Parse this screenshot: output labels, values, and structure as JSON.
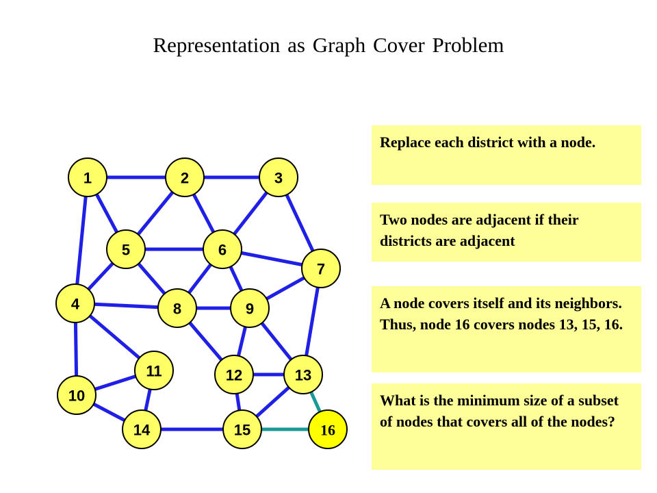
{
  "title": "Representation as Graph Cover Problem",
  "colors": {
    "edge": "#1f1fe6",
    "cover_edge": "#1a9999",
    "node_fill": "#ffff66",
    "highlight_fill": "#ffff00",
    "note_bg": "#ffff99"
  },
  "nodes": [
    {
      "id": "1",
      "label": "1"
    },
    {
      "id": "2",
      "label": "2"
    },
    {
      "id": "3",
      "label": "3"
    },
    {
      "id": "4",
      "label": "4"
    },
    {
      "id": "5",
      "label": "5"
    },
    {
      "id": "6",
      "label": "6"
    },
    {
      "id": "7",
      "label": "7"
    },
    {
      "id": "8",
      "label": "8"
    },
    {
      "id": "9",
      "label": "9"
    },
    {
      "id": "10",
      "label": "10"
    },
    {
      "id": "11",
      "label": "11"
    },
    {
      "id": "12",
      "label": "12"
    },
    {
      "id": "13",
      "label": "13"
    },
    {
      "id": "14",
      "label": "14"
    },
    {
      "id": "15",
      "label": "15"
    },
    {
      "id": "16",
      "label": "16"
    }
  ],
  "edges": [
    [
      "1",
      "2"
    ],
    [
      "2",
      "3"
    ],
    [
      "1",
      "5"
    ],
    [
      "1",
      "4"
    ],
    [
      "2",
      "5"
    ],
    [
      "2",
      "6"
    ],
    [
      "3",
      "6"
    ],
    [
      "3",
      "7"
    ],
    [
      "5",
      "6"
    ],
    [
      "5",
      "4"
    ],
    [
      "5",
      "8"
    ],
    [
      "6",
      "8"
    ],
    [
      "6",
      "9"
    ],
    [
      "6",
      "7"
    ],
    [
      "4",
      "8"
    ],
    [
      "4",
      "11"
    ],
    [
      "4",
      "10"
    ],
    [
      "8",
      "9"
    ],
    [
      "8",
      "12"
    ],
    [
      "9",
      "7"
    ],
    [
      "9",
      "12"
    ],
    [
      "9",
      "13"
    ],
    [
      "7",
      "13"
    ],
    [
      "11",
      "10"
    ],
    [
      "11",
      "14"
    ],
    [
      "10",
      "14"
    ],
    [
      "12",
      "13"
    ],
    [
      "12",
      "15"
    ],
    [
      "14",
      "15"
    ],
    [
      "13",
      "15"
    ]
  ],
  "cover_edges": [
    [
      "13",
      "16"
    ],
    [
      "15",
      "16"
    ]
  ],
  "notes": [
    "Replace each district with a node.",
    "Two nodes are adjacent if their districts are adjacent",
    "A node covers itself and its neighbors.  Thus, node 16 covers nodes 13, 15, 16.",
    "What is the minimum size of a subset of nodes that covers all of the nodes?"
  ]
}
